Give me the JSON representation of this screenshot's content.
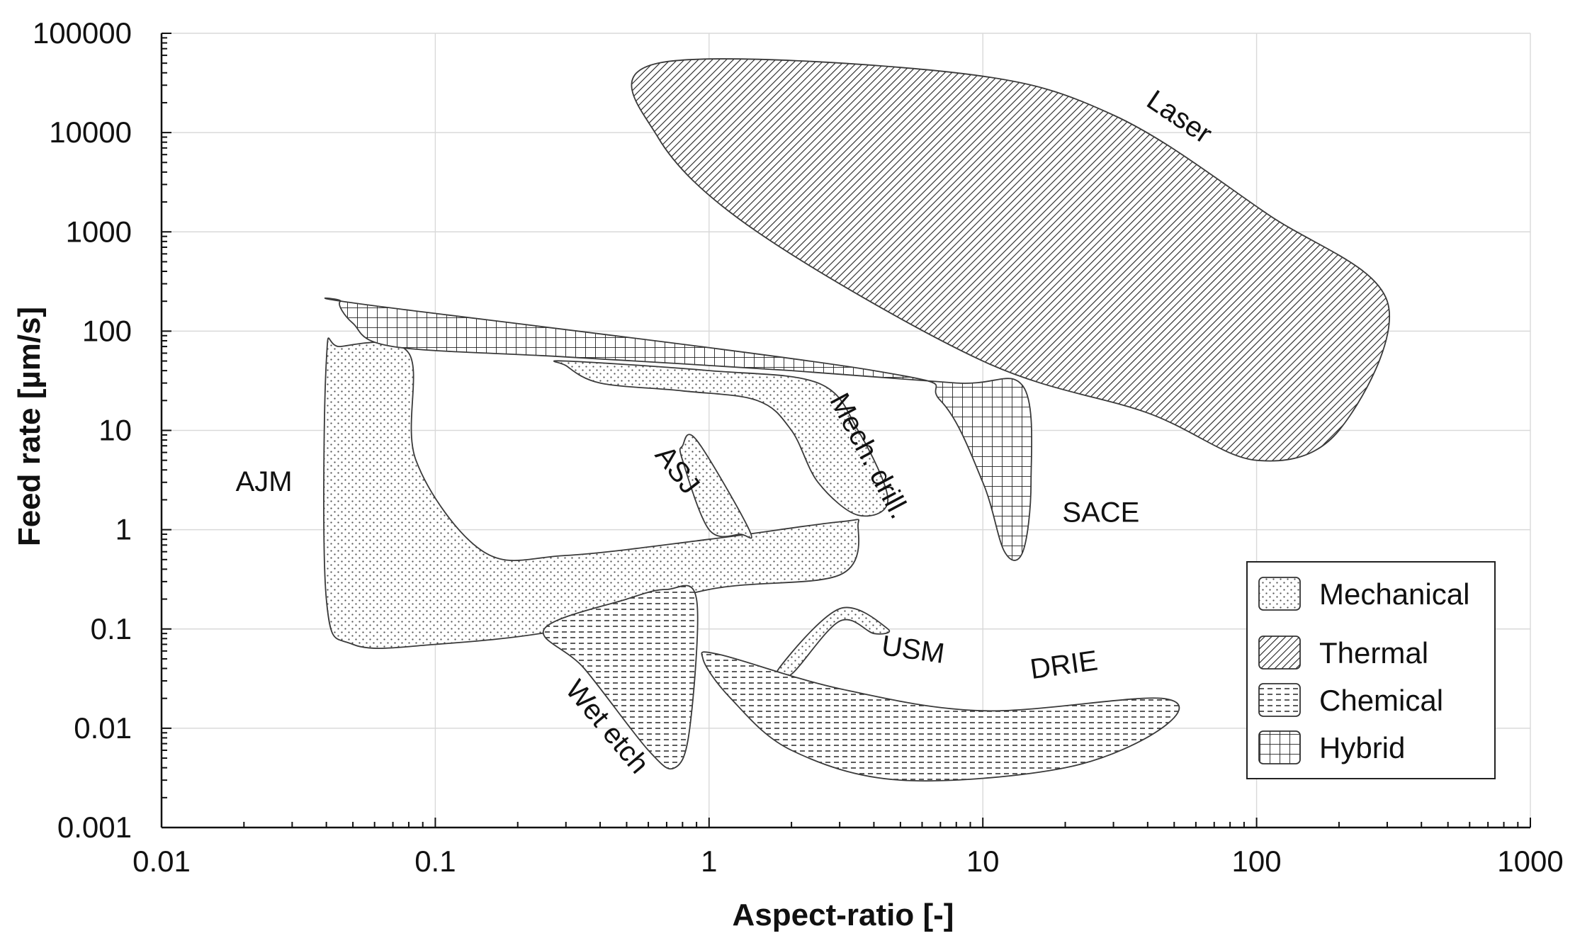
{
  "chart_data": {
    "type": "area",
    "xlabel": "Aspect-ratio [-]",
    "ylabel": "Feed rate [µm/s]",
    "xscale": "log",
    "yscale": "log",
    "xlim": [
      0.01,
      1000
    ],
    "ylim": [
      0.001,
      100000
    ],
    "x_tick_labels": [
      "0.01",
      "0.1",
      "1",
      "10",
      "100",
      "1000"
    ],
    "y_tick_labels": [
      "0.001",
      "0.01",
      "0.1",
      "1",
      "10",
      "100",
      "1000",
      "10000",
      "100000"
    ],
    "grid": true,
    "legend_position": "bottom-right",
    "legend": [
      {
        "label": "Mechanical",
        "pattern": "dots"
      },
      {
        "label": "Thermal",
        "pattern": "diagonal-hatch"
      },
      {
        "label": "Chemical",
        "pattern": "dashes"
      },
      {
        "label": "Hybrid",
        "pattern": "grid"
      }
    ],
    "regions": [
      {
        "label": "AJM",
        "category": "Mechanical",
        "polygon": [
          [
            0.045,
            70
          ],
          [
            0.08,
            60
          ],
          [
            0.085,
            5
          ],
          [
            0.15,
            0.6
          ],
          [
            0.3,
            0.55
          ],
          [
            1,
            0.8
          ],
          [
            3,
            1.2
          ],
          [
            3.5,
            1.1
          ],
          [
            3,
            0.35
          ],
          [
            1,
            0.25
          ],
          [
            0.3,
            0.1
          ],
          [
            0.1,
            0.07
          ],
          [
            0.05,
            0.07
          ],
          [
            0.04,
            0.2
          ],
          [
            0.04,
            50
          ]
        ]
      },
      {
        "label": "Mech. drill.",
        "category": "Mechanical",
        "polygon": [
          [
            0.3,
            50
          ],
          [
            1,
            40
          ],
          [
            2.5,
            30
          ],
          [
            3.5,
            10
          ],
          [
            4.5,
            2
          ],
          [
            3.5,
            1.4
          ],
          [
            2.5,
            3
          ],
          [
            2,
            10
          ],
          [
            1.5,
            20
          ],
          [
            0.8,
            25
          ],
          [
            0.4,
            30
          ],
          [
            0.3,
            45
          ]
        ]
      },
      {
        "label": "ASJ",
        "category": "Mechanical",
        "polygon": [
          [
            0.8,
            7
          ],
          [
            0.9,
            8
          ],
          [
            1.4,
            1
          ],
          [
            1.3,
            0.9
          ],
          [
            1,
            1
          ],
          [
            0.8,
            5
          ]
        ]
      },
      {
        "label": "USM",
        "category": "Mechanical",
        "polygon": [
          [
            1.8,
            0.04
          ],
          [
            3,
            0.16
          ],
          [
            4.5,
            0.1
          ],
          [
            4,
            0.09
          ],
          [
            3,
            0.12
          ],
          [
            2,
            0.035
          ]
        ]
      },
      {
        "label": "Laser",
        "category": "Thermal",
        "polygon": [
          [
            0.65,
            50000
          ],
          [
            8,
            40000
          ],
          [
            30,
            15000
          ],
          [
            110,
            1500
          ],
          [
            300,
            200
          ],
          [
            200,
            10
          ],
          [
            100,
            5
          ],
          [
            40,
            15
          ],
          [
            10,
            50
          ],
          [
            1.5,
            1000
          ],
          [
            0.65,
            9000
          ]
        ]
      },
      {
        "label": "SACE",
        "category": "Hybrid",
        "polygon": [
          [
            0.045,
            200
          ],
          [
            0.05,
            120
          ],
          [
            0.07,
            70
          ],
          [
            0.3,
            55
          ],
          [
            2,
            40
          ],
          [
            8,
            30
          ],
          [
            14,
            28
          ],
          [
            15,
            3
          ],
          [
            14,
            0.6
          ],
          [
            12,
            0.6
          ],
          [
            10,
            3
          ],
          [
            7,
            20
          ],
          [
            4,
            40
          ],
          [
            0.06,
            180
          ]
        ]
      },
      {
        "label": "Wet etch",
        "category": "Chemical",
        "polygon": [
          [
            0.25,
            0.1
          ],
          [
            0.5,
            0.2
          ],
          [
            0.7,
            0.25
          ],
          [
            0.9,
            0.2
          ],
          [
            0.85,
            0.01
          ],
          [
            0.75,
            0.004
          ],
          [
            0.6,
            0.006
          ],
          [
            0.35,
            0.04
          ]
        ]
      },
      {
        "label": "DRIE",
        "category": "Chemical",
        "polygon": [
          [
            0.95,
            0.05
          ],
          [
            1.1,
            0.055
          ],
          [
            3,
            0.025
          ],
          [
            10,
            0.015
          ],
          [
            45,
            0.02
          ],
          [
            45,
            0.01
          ],
          [
            20,
            0.004
          ],
          [
            5,
            0.003
          ],
          [
            2,
            0.006
          ],
          [
            1.2,
            0.02
          ]
        ]
      }
    ]
  }
}
